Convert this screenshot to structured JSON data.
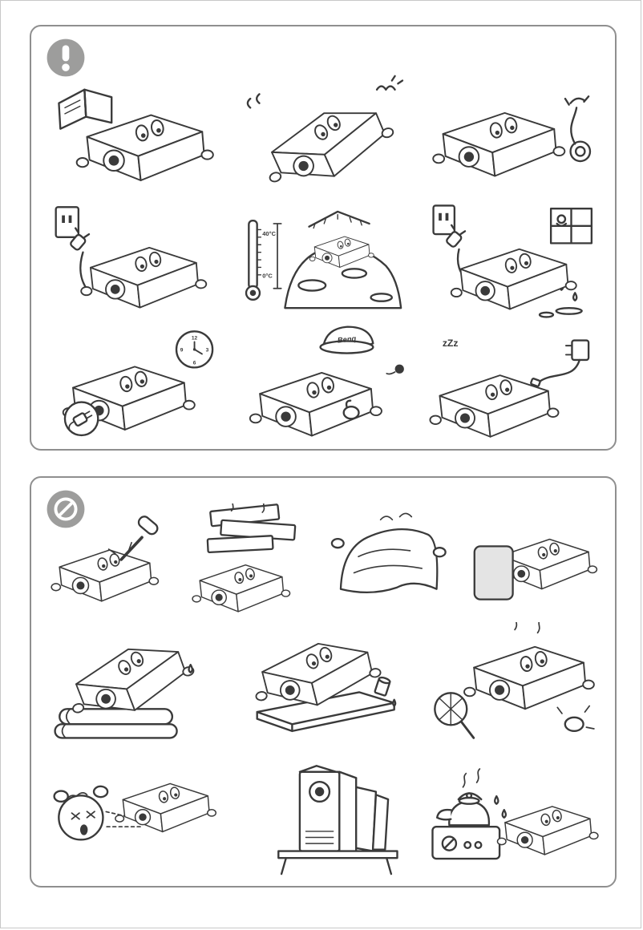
{
  "page": {
    "title": "Projector safety instructions illustration page",
    "background": "#ffffff",
    "border_color": "#c8c8c8"
  },
  "caution_panel": {
    "icon": "exclamation-warning-icon",
    "icon_color": "#9d9d9c",
    "illustrations": [
      {
        "name": "read-user-manual"
      },
      {
        "name": "handle-with-care-do-not-drop"
      },
      {
        "name": "service-by-qualified-personnel"
      },
      {
        "name": "connect-to-proper-power-outlet"
      },
      {
        "name": "operating-temperature-and-altitude",
        "labels": {
          "max_temp": "40°C",
          "min_temp": "0°C"
        }
      },
      {
        "name": "avoid-humidity-and-moisture"
      },
      {
        "name": "unplug-after-prolonged-use",
        "labels": {
          "clock_12": "12",
          "clock_3": "3",
          "clock_6": "6",
          "clock_9": "9"
        }
      },
      {
        "name": "use-genuine-benq-lamp",
        "labels": {
          "brand": "Benq"
        }
      },
      {
        "name": "unplug-when-not-in-use",
        "labels": {
          "sleep": "zZz"
        }
      }
    ]
  },
  "prohibition_panel": {
    "icon": "prohibition-icon",
    "icon_color": "#9d9d9c",
    "illustrations": [
      {
        "name": "do-not-insert-objects"
      },
      {
        "name": "do-not-place-heavy-objects-on-top"
      },
      {
        "name": "do-not-cover-with-cloth"
      },
      {
        "name": "do-not-block-lens"
      },
      {
        "name": "do-not-place-on-soft-bedding"
      },
      {
        "name": "do-not-place-liquids-nearby"
      },
      {
        "name": "do-not-block-ventilation"
      },
      {
        "name": "do-not-look-into-lens"
      },
      {
        "name": "do-not-enclose-in-tight-space"
      },
      {
        "name": "do-not-place-near-heat-source"
      }
    ]
  }
}
